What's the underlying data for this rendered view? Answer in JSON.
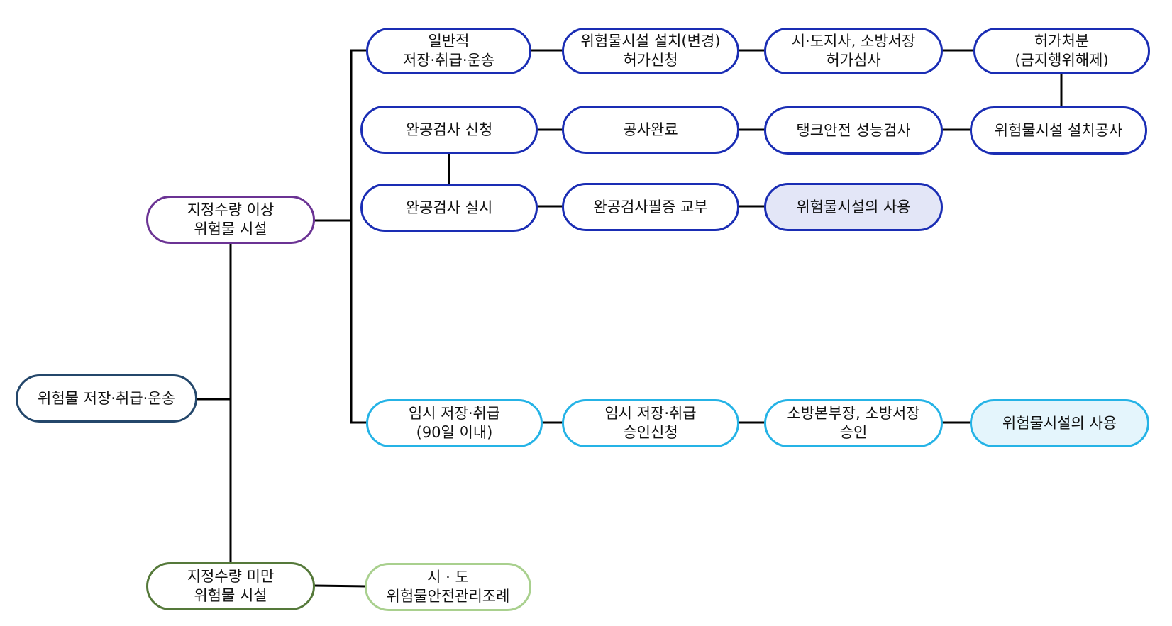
{
  "colors": {
    "permit_path": "#1a2db4",
    "permit_use_fill": "#e3e6f7",
    "above_quantity": "#6b3394",
    "root": "#24476b",
    "temporary_path": "#25b3e6",
    "temporary_use_fill": "#e4f5fc",
    "below_quantity": "#55793a",
    "ordinance": "#a9d08e",
    "connector": "#000000"
  },
  "nodes": {
    "root": "위험물 저장·취급·운송",
    "above": "지정수량 이상\n위험물 시설",
    "below": "지정수량 미만\n위험물 시설",
    "general": "일반적\n저장·취급·운송",
    "permit_apply": "위험물시설 설치(변경)\n허가신청",
    "permit_review": "시·도지사, 소방서장\n허가심사",
    "permit_grant": "허가처분\n(금지행위해제)",
    "install_work": "위험물시설 설치공사",
    "tank_test": "탱크안전 성능검사",
    "work_done": "공사완료",
    "inspect_apply": "완공검사 신청",
    "inspect_do": "완공검사 실시",
    "cert_issue": "완공검사필증 교부",
    "use_permit": "위험물시설의 사용",
    "temp_storage": "임시 저장·취급\n(90일 이내)",
    "temp_apply": "임시 저장·취급\n승인신청",
    "temp_approve": "소방본부장, 소방서장\n승인",
    "use_temp": "위험물시설의 사용",
    "ordinance": "시 · 도\n위험물안전관리조례"
  }
}
